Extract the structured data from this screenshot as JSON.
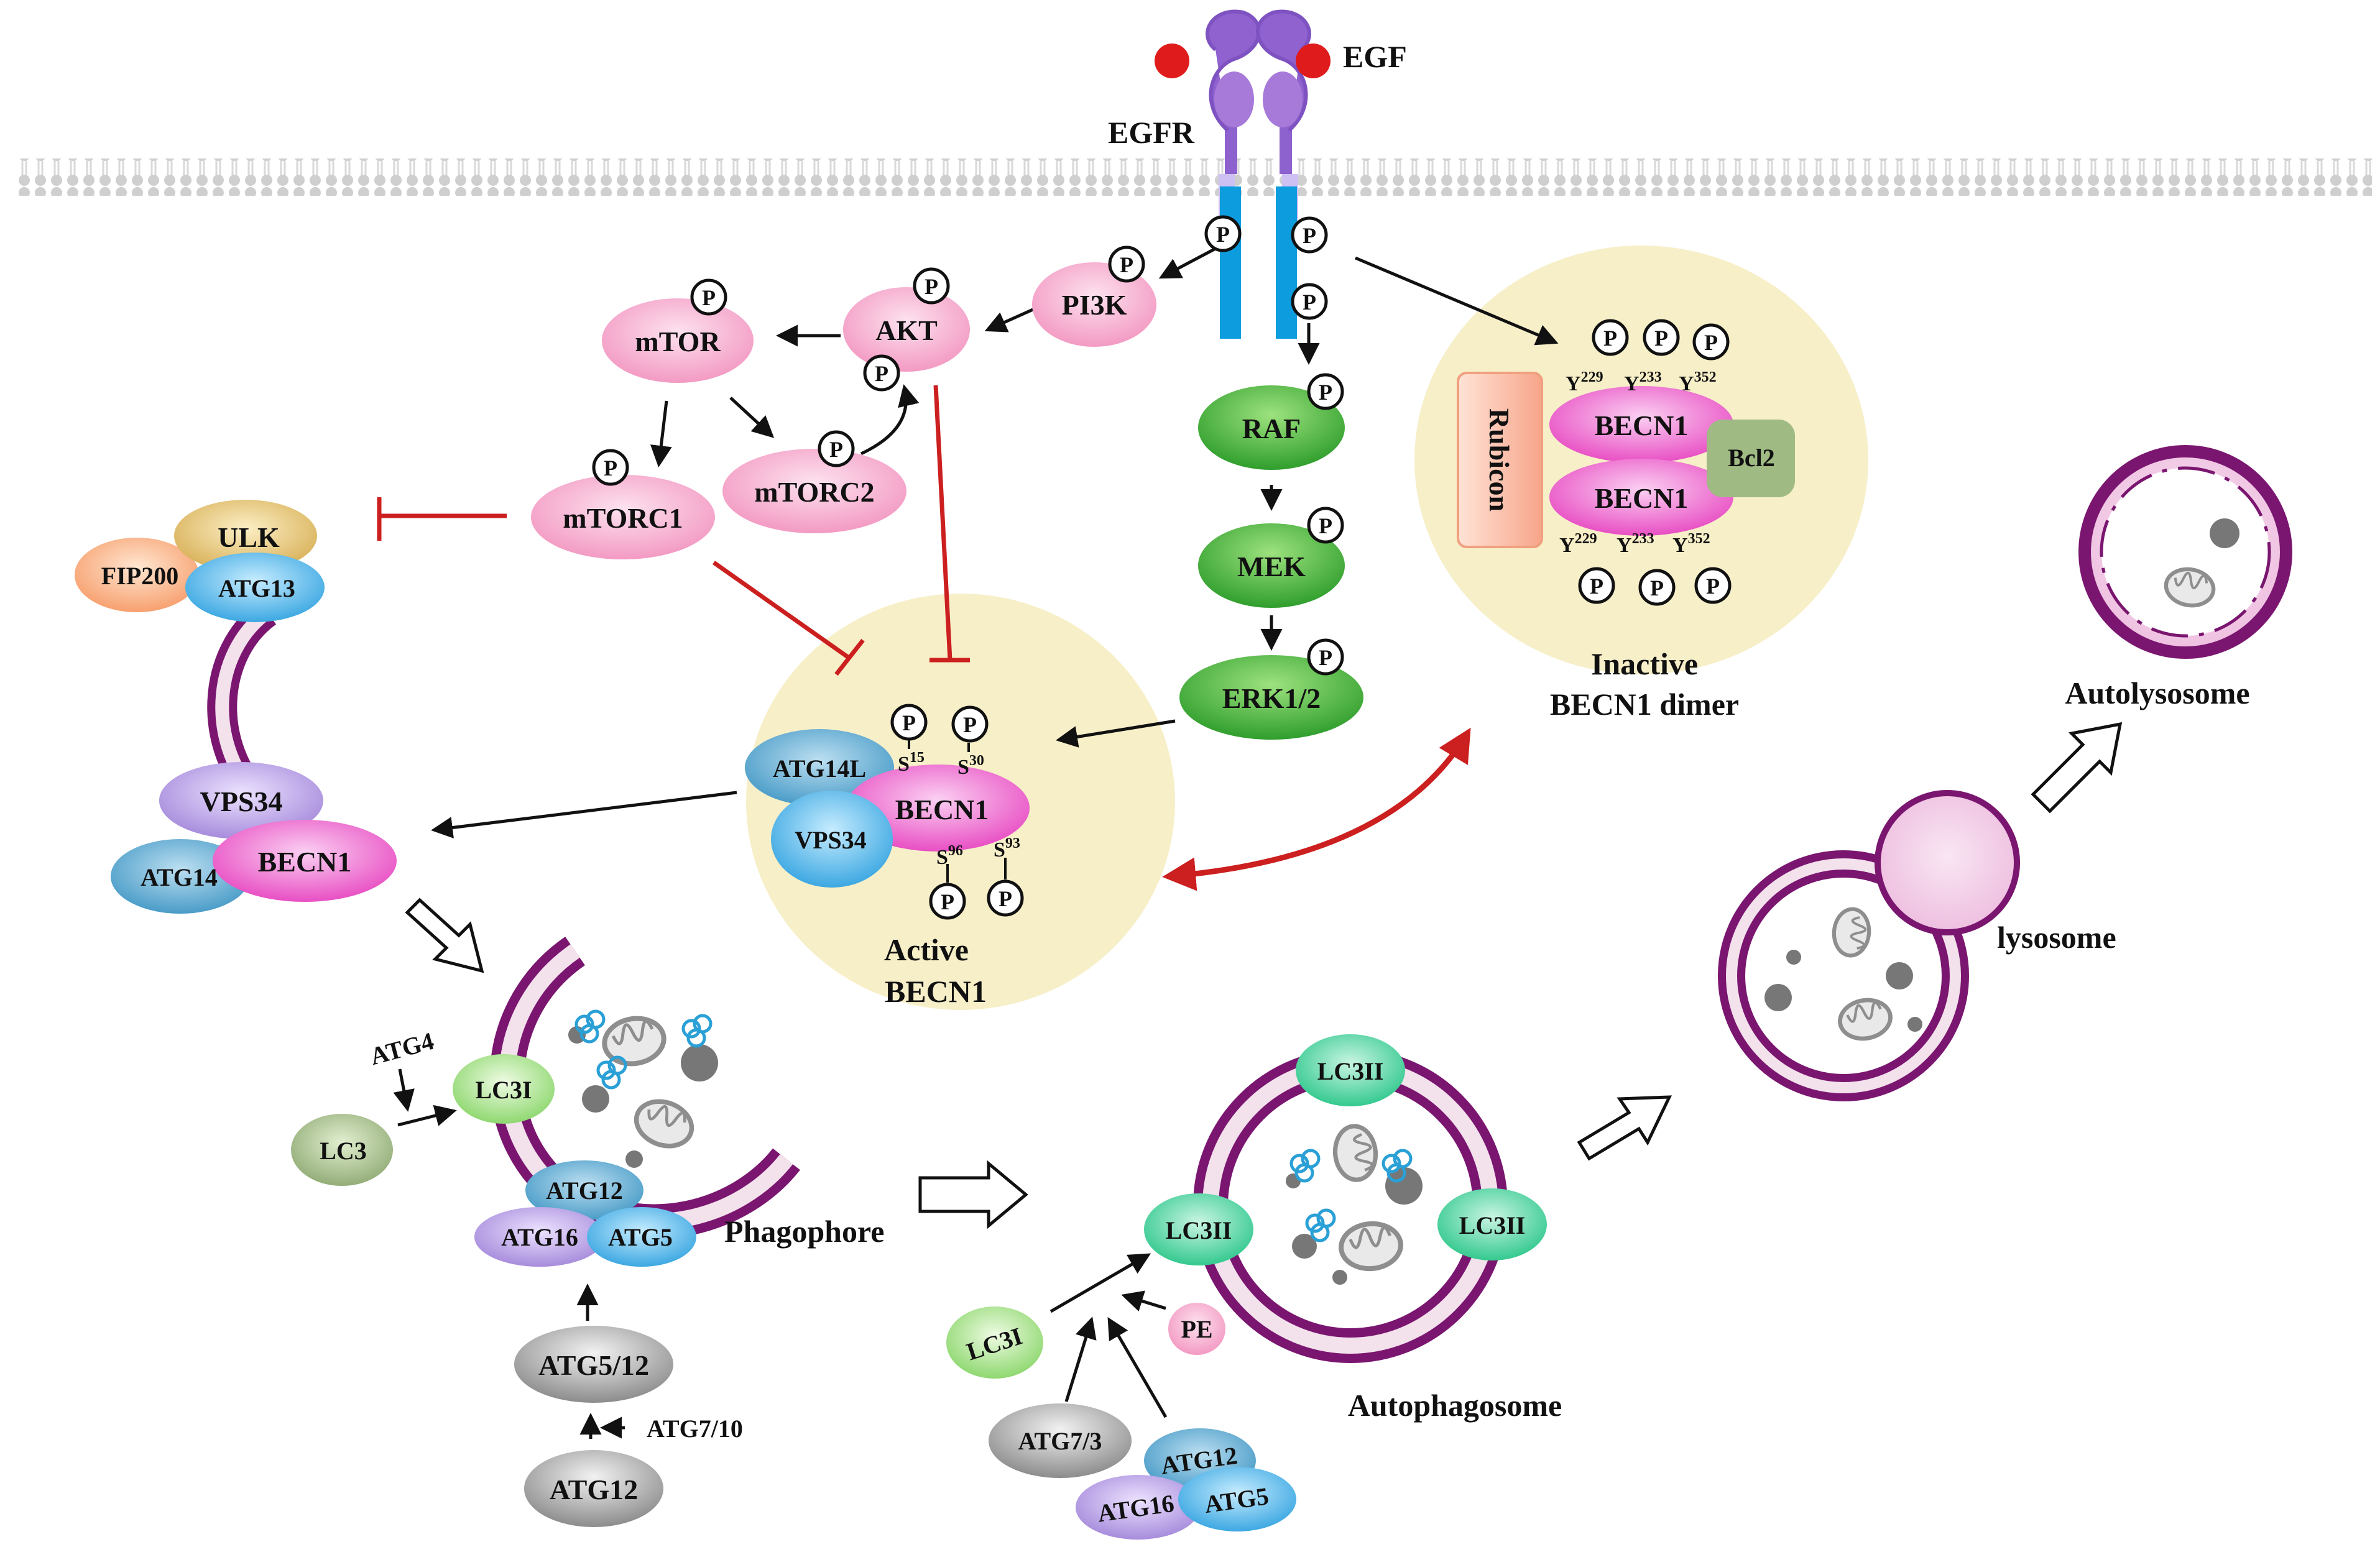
{
  "title": "",
  "colors": {
    "pink": "#f5a3c8",
    "magenta": "#ef5fc8",
    "green": "#3eb83a",
    "blue": "#55b4e6",
    "purple": "#b09ae0",
    "grey": "#9a9a9a",
    "membrane": "#7a1670",
    "inhibit": "#cc1f1f",
    "halo": "#f3eab5"
  },
  "receptor": {
    "ligand": "EGF",
    "receptor": "EGFR"
  },
  "signaling": {
    "pi3k": "PI3K",
    "akt": "AKT",
    "mtor": "mTOR",
    "mtorc1": "mTORC1",
    "mtorc2": "mTORC2",
    "raf": "RAF",
    "mek": "MEK",
    "erk": "ERK1/2"
  },
  "phospho": "P",
  "active_complex": {
    "atg14l": "ATG14L",
    "vps34": "VPS34",
    "becn1": "BECN1",
    "sites": [
      "S",
      "15",
      "S",
      "30",
      "S",
      "96",
      "S",
      "93"
    ],
    "caption_line1": "Active",
    "caption_line2": "BECN1"
  },
  "inactive_dimer": {
    "rubicon": "Rubicon",
    "becn1_top": "BECN1",
    "becn1_bottom": "BECN1",
    "bcl2": "Bcl2",
    "sites_top": [
      "Y",
      "229",
      "Y",
      "233",
      "Y",
      "352"
    ],
    "sites_bottom": [
      "Y",
      "229",
      "Y",
      "233",
      "Y",
      "352"
    ],
    "caption_line1": "Inactive",
    "caption_line2": "BECN1 dimer"
  },
  "initiation": {
    "ulk": "ULK",
    "fip200": "FIP200",
    "atg13": "ATG13",
    "vps34": "VPS34",
    "atg14": "ATG14",
    "becn1": "BECN1"
  },
  "phagophore": {
    "atg4": "ATG4",
    "lc3": "LC3",
    "lc3i": "LC3I",
    "atg12": "ATG12",
    "atg16": "ATG16",
    "atg5": "ATG5",
    "atg5_12": "ATG5/12",
    "atg7_10": "ATG7/10",
    "atg12_bottom": "ATG12",
    "caption": "Phagophore"
  },
  "autophagosome": {
    "lc3ii_top": "LC3II",
    "lc3ii_left": "LC3II",
    "lc3ii_right": "LC3II",
    "lc3i": "LC3I",
    "pe": "PE",
    "atg7_3": "ATG7/3",
    "atg12": "ATG12",
    "atg16": "ATG16",
    "atg5": "ATG5",
    "caption": "Autophagosome"
  },
  "lysosome": {
    "label": "lysosome"
  },
  "autolysosome": {
    "label": "Autolysosome"
  }
}
